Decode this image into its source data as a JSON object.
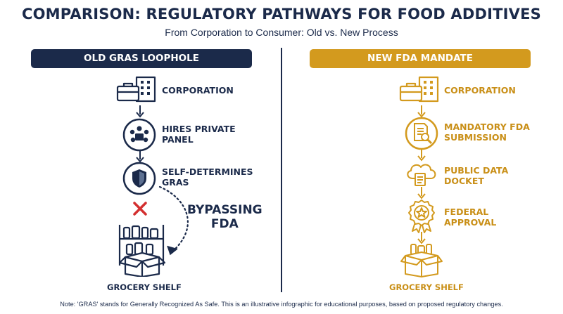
{
  "header": {
    "title": "COMPARISON: REGULATORY PATHWAYS FOR FOOD ADDITIVES",
    "subtitle": "From Corporation to Consumer: Old vs. New Process"
  },
  "old_panel": {
    "banner": "OLD GRAS LOOPHOLE",
    "steps": [
      {
        "label_line1": "CORPORATION",
        "label_line2": "",
        "icon": "building-briefcase-icon"
      },
      {
        "label_line1": "HIRES PRIVATE",
        "label_line2": "PANEL",
        "icon": "private-panel-meeting-icon"
      },
      {
        "label_line1": "SELF-DETERMINES",
        "label_line2": "GRAS",
        "icon": "shield-icon"
      }
    ],
    "bypass_line1": "BYPASSING",
    "bypass_line2": "FDA",
    "rejected_icon": "red-x-icon",
    "end": {
      "label": "GROCERY SHELF",
      "icon": "grocery-shelf-box-icon"
    }
  },
  "new_panel": {
    "banner": "NEW FDA MANDATE",
    "steps": [
      {
        "label_line1": "CORPORATION",
        "label_line2": "",
        "icon": "building-briefcase-icon"
      },
      {
        "label_line1": "MANDATORY FDA",
        "label_line2": "SUBMISSION",
        "icon": "document-magnifier-icon"
      },
      {
        "label_line1": "PUBLIC DATA",
        "label_line2": "DOCKET",
        "icon": "cloud-data-icon"
      },
      {
        "label_line1": "FEDERAL",
        "label_line2": "APPROVAL",
        "icon": "approval-seal-icon"
      }
    ],
    "end": {
      "label": "GROCERY SHELF",
      "icon": "grocery-box-icon"
    }
  },
  "footnote": "Note: 'GRAS' stands for Generally Recognized As Safe. This is an illustrative infographic for educational purposes, based on proposed regulatory changes.",
  "colors": {
    "navy": "#1b2a4a",
    "gold": "#d39a1e",
    "red": "#d32f2f"
  }
}
